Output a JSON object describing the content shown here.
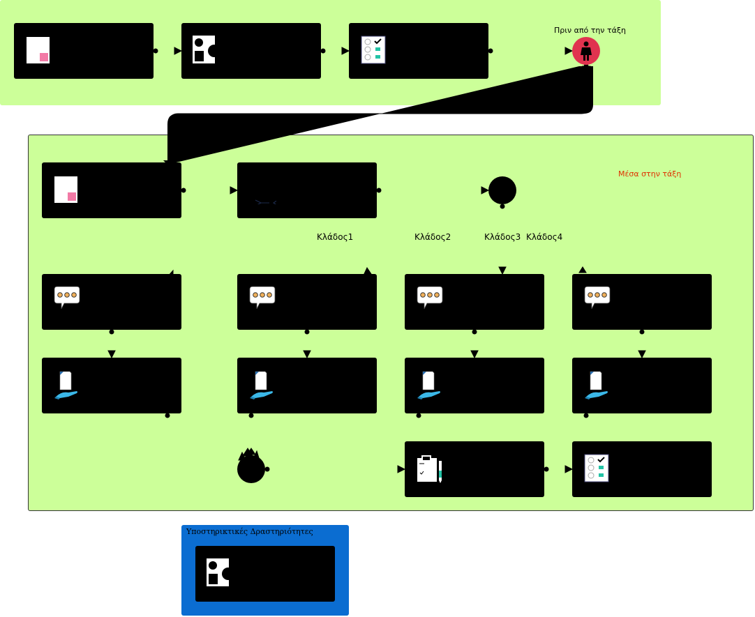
{
  "diagram": {
    "lanes": {
      "before_class": {
        "title": "Πριν από την τάξη",
        "color": "#ccff99"
      },
      "in_class": {
        "title": "Μέσα στην τάξη",
        "color": "#ccff99",
        "title_color": "#e03000"
      },
      "support": {
        "title": "Υποστηρικτικές Δραστηριότητες",
        "color": "#0b6dd1"
      }
    },
    "branches": [
      "Κλάδος1",
      "Κλάδος2",
      "Κλάδος3",
      "Κλάδος4"
    ],
    "icons": {
      "document": "document-icon",
      "shapes": "shapes-icon",
      "checklist": "checklist-icon",
      "person": "person-icon",
      "compare": "compare-icon",
      "chat": "chat-bubble-icon",
      "handout": "hand-document-icon",
      "clipboard": "clipboard-icon"
    },
    "colors": {
      "activity_box": "#000000",
      "person_node": "#e0334f",
      "accent_pink": "#f27aa6",
      "accent_teal": "#23c3a6",
      "hand_blue": "#3bb8e8"
    }
  }
}
